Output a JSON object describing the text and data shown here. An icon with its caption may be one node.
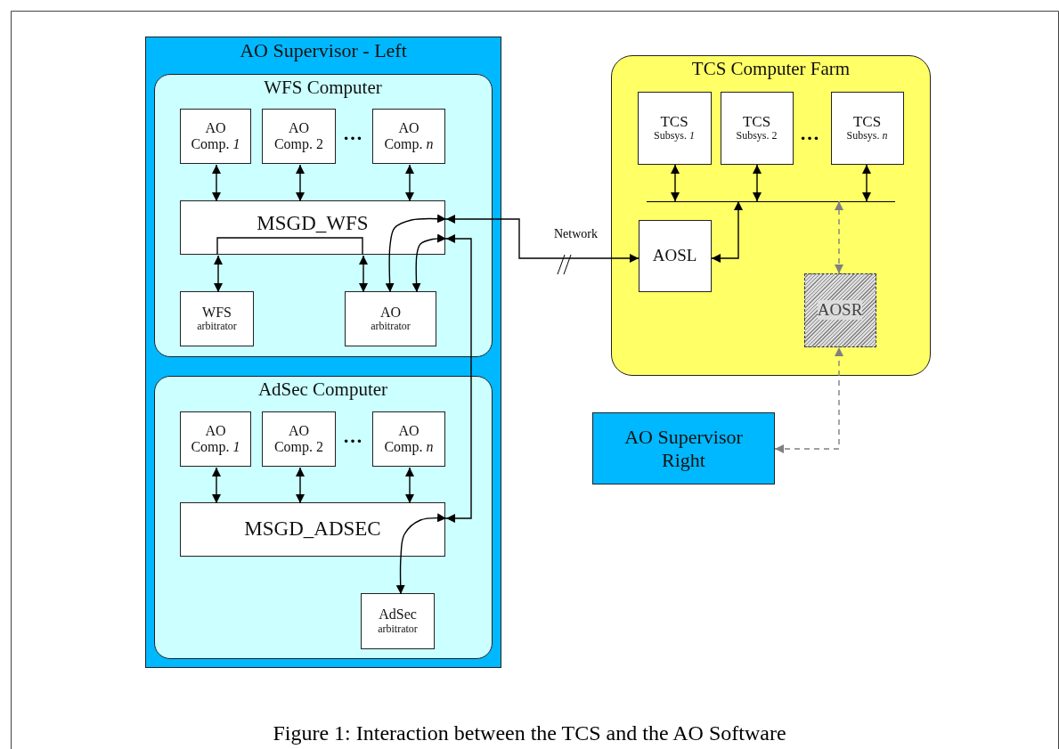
{
  "diagram": {
    "caption": "Figure 1: Interaction between the TCS and the AO Software",
    "nodes": [
      {
        "text": [
          "AO Supervisor - Left"
        ]
      },
      {
        "text": [
          "WFS Computer"
        ],
        "in": 0
      },
      {
        "text": [
          "AO Comp. *1*"
        ],
        "in": 1
      },
      {
        "text": [
          "AO Comp. 2"
        ],
        "in": 1
      },
      {
        "text": [
          "AO Comp. *n*"
        ],
        "in": 1
      },
      {
        "text": [
          "MSGD_WFS"
        ],
        "in": 1
      },
      {
        "text": [
          "WFS",
          "arbitrator"
        ],
        "in": 1
      },
      {
        "text": [
          "AO",
          "arbitrator"
        ],
        "in": 1
      },
      {
        "text": [
          "AdSec Computer"
        ],
        "in": 0
      },
      {
        "text": [
          "AO Comp. *1*"
        ],
        "in": 8
      },
      {
        "text": [
          "AO Comp. 2"
        ],
        "in": 8
      },
      {
        "text": [
          "AO Comp. *n*"
        ],
        "in": 8
      },
      {
        "text": [
          "MSGD_ADSEC"
        ],
        "in": 8
      },
      {
        "text": [
          "AdSec",
          "arbitrator"
        ],
        "in": 8
      },
      {
        "text": [
          "TCS Computer Farm"
        ]
      },
      {
        "text": [
          "TCS",
          "Subsys. *1*"
        ],
        "in": 14
      },
      {
        "text": [
          "TCS",
          "Subsys. 2"
        ],
        "in": 14
      },
      {
        "text": [
          "TCS",
          "Subsys. *n*"
        ],
        "in": 14
      },
      {
        "text": [],
        "shape": "bar",
        "in": 14
      },
      {
        "text": [
          "AOSL"
        ],
        "in": 14
      },
      {
        "text": [
          "AOSR"
        ],
        "in": 14
      },
      {
        "text": [
          "AO Supervisor Right"
        ]
      }
    ],
    "edges": [
      {
        "from": 2,
        "to": 5,
        "arrow": "both"
      },
      {
        "from": 3,
        "to": 5,
        "arrow": "both"
      },
      {
        "from": 4,
        "to": 5,
        "arrow": "both"
      },
      {
        "from": 6,
        "to": 5,
        "arrow": "both"
      },
      {
        "from": 7,
        "to": 5,
        "arrow": "both"
      },
      {
        "from": 7,
        "to": 5,
        "arrow": "both"
      },
      {
        "from": 7,
        "to": 5,
        "arrow": "both"
      },
      {
        "from": 5,
        "to": 19,
        "arrow": "both",
        "label": "Network"
      },
      {
        "from": 5,
        "to": 12,
        "arrow": "both"
      },
      {
        "from": 12,
        "to": 13,
        "arrow": "both"
      },
      {
        "from": 9,
        "to": 12,
        "arrow": "both"
      },
      {
        "from": 10,
        "to": 12,
        "arrow": "both"
      },
      {
        "from": 11,
        "to": 12,
        "arrow": "both"
      },
      {
        "from": 15,
        "to": 18,
        "arrow": "both"
      },
      {
        "from": 16,
        "to": 18,
        "arrow": "both"
      },
      {
        "from": 17,
        "to": 18,
        "arrow": "both"
      },
      {
        "from": 19,
        "to": 18,
        "arrow": "both"
      },
      {
        "from": 20,
        "to": 18,
        "arrow": "both",
        "style": "dashed",
        "color": "#808080"
      },
      {
        "from": 21,
        "to": 20,
        "arrow": "both",
        "style": "dashed",
        "color": "#808080"
      }
    ],
    "labels": [
      "…",
      "…",
      "…"
    ]
  }
}
